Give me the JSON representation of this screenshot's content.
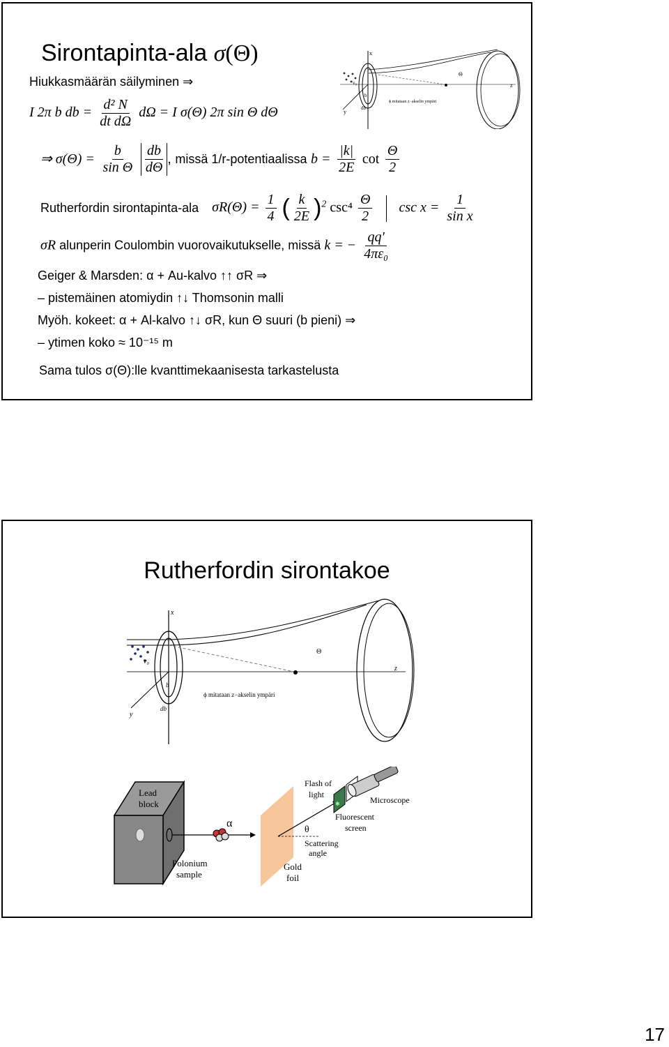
{
  "slide1": {
    "title_text": "Sirontapinta-ala ",
    "title_sigma": "σ",
    "title_arg": "(Θ)",
    "conservation_label": "Hiukkasmäärän säilyminen",
    "implies": "⇒",
    "eq1": {
      "lhs": "I 2π b db =",
      "num": "d² N",
      "den": "dt dΩ",
      "rhs": "dΩ = I σ(Θ) 2π sin Θ dΘ"
    },
    "eq2": {
      "lead": "⇒ σ(Θ) =",
      "f1_num": "b",
      "f1_den": "sin Θ",
      "f2_num": "db",
      "f2_den": "dΘ",
      "comma": ",",
      "where_text": "missä 1/r-potentiaalissa",
      "b_eq": "b =",
      "f3_num": "|k|",
      "f3_den": "2E",
      "cot": "cot",
      "f4_num": "Θ",
      "f4_den": "2"
    },
    "rutherford": {
      "label": "Rutherfordin sirontapinta-ala",
      "lhs": "σR(Θ) =",
      "f1_num": "1",
      "f1_den": "4",
      "f2_num": "k",
      "f2_den": "2E",
      "power": "2",
      "csc4": "csc⁴",
      "f3_num": "Θ",
      "f3_den": "2",
      "csc_def": "csc x =",
      "f4_num": "1",
      "f4_den": "sin x"
    },
    "coulomb": {
      "sigma": "σR",
      "text": "alunperin Coulombin vuorovaikutukselle, missä",
      "k_eq": "k = −",
      "num": "qq′",
      "den": "4πε₀"
    },
    "lines": [
      "Geiger & Marsden: α + Au-kalvo ↑↑ σR ⇒",
      "– pistemäinen atomiydin ↑↓ Thomsonin malli",
      "Myöh. kokeet: α + Al-kalvo ↑↓ σR, kun Θ suuri (b pieni) ⇒",
      "– ytimen koko ≈ 10⁻¹⁵ m"
    ],
    "conclusion": "Sama tulos σ(Θ):lle kvanttimekaanisesta tarkastelusta",
    "diagram_labels": {
      "x": "x",
      "y": "y",
      "z": "z",
      "v0": "v₀",
      "b": "b",
      "db": "db",
      "theta": "Θ",
      "phi_note": "ϕ  mitataan  z−akselin ympäri"
    }
  },
  "slide2": {
    "title": "Rutherfordin sirontakoe",
    "diagram_labels": {
      "x": "x",
      "y": "y",
      "z": "z",
      "v0": "v₀",
      "b": "b",
      "db": "db",
      "theta": "Θ",
      "phi_note": "ϕ  mitataan  z−akselin ympäri"
    },
    "experiment": {
      "lead_block": [
        "Lead",
        "block"
      ],
      "polonium": [
        "Polonium",
        "sample"
      ],
      "alpha": "α",
      "gold_foil": [
        "Gold",
        "foil"
      ],
      "theta": "θ",
      "scattering_angle": [
        "Scattering",
        "angle"
      ],
      "flash": [
        "Flash of",
        "light"
      ],
      "fluorescent": [
        "Fluorescent",
        "screen"
      ],
      "microscope": "Microscope"
    }
  },
  "page_number": "17"
}
